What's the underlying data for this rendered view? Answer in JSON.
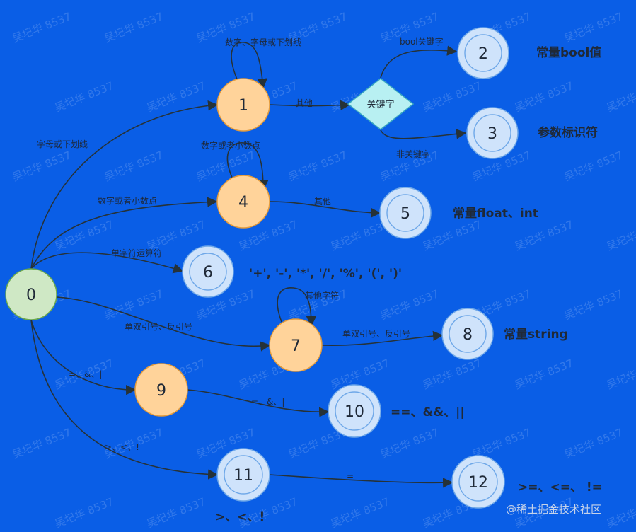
{
  "colors": {
    "background": "#0a5ee6",
    "start_node": "#cfe8c5",
    "start_stroke": "#6aa84f",
    "mid_node": "#ffd39a",
    "mid_stroke": "#e39b3c",
    "final_node": "#cfe3fb",
    "final_stroke": "#6fa8e8",
    "diamond": "#b8f0f2",
    "diamond_stroke": "#3aa8c0",
    "edge": "#263238"
  },
  "nodes": [
    {
      "id": "0",
      "label": "0",
      "kind": "start"
    },
    {
      "id": "1",
      "label": "1",
      "kind": "mid"
    },
    {
      "id": "kw",
      "label": "关键字",
      "kind": "decision"
    },
    {
      "id": "2",
      "label": "2",
      "kind": "final"
    },
    {
      "id": "3",
      "label": "3",
      "kind": "final"
    },
    {
      "id": "4",
      "label": "4",
      "kind": "mid"
    },
    {
      "id": "5",
      "label": "5",
      "kind": "final"
    },
    {
      "id": "6",
      "label": "6",
      "kind": "final"
    },
    {
      "id": "7",
      "label": "7",
      "kind": "mid"
    },
    {
      "id": "8",
      "label": "8",
      "kind": "final"
    },
    {
      "id": "9",
      "label": "9",
      "kind": "mid"
    },
    {
      "id": "10",
      "label": "10",
      "kind": "final"
    },
    {
      "id": "11",
      "label": "11",
      "kind": "final"
    },
    {
      "id": "12",
      "label": "12",
      "kind": "final"
    }
  ],
  "edges": [
    {
      "from": "0",
      "to": "1",
      "label": "字母或下划线"
    },
    {
      "from": "1",
      "to": "1",
      "label": "数字、字母或下划线"
    },
    {
      "from": "1",
      "to": "kw",
      "label": "其他"
    },
    {
      "from": "kw",
      "to": "2",
      "label": "bool关键字"
    },
    {
      "from": "kw",
      "to": "3",
      "label": "非关键字"
    },
    {
      "from": "0",
      "to": "4",
      "label": "数字或者小数点"
    },
    {
      "from": "4",
      "to": "4",
      "label": "数字或者小数点"
    },
    {
      "from": "4",
      "to": "5",
      "label": "其他"
    },
    {
      "from": "0",
      "to": "6",
      "label": "单字符运算符"
    },
    {
      "from": "0",
      "to": "7",
      "label": "单双引号、反引号"
    },
    {
      "from": "7",
      "to": "7",
      "label": "其他字符"
    },
    {
      "from": "7",
      "to": "8",
      "label": "单双引号、反引号"
    },
    {
      "from": "0",
      "to": "9",
      "label": "=、&、|"
    },
    {
      "from": "9",
      "to": "10",
      "label": "=、&、|"
    },
    {
      "from": "0",
      "to": "11",
      "label": ">、<、!"
    },
    {
      "from": "11",
      "to": "12",
      "label": "="
    }
  ],
  "notes": [
    {
      "id": "n2",
      "text": "常量bool值"
    },
    {
      "id": "n3",
      "text": "参数标识符"
    },
    {
      "id": "n5",
      "text": "常量float、int"
    },
    {
      "id": "n6",
      "text": "'+', '-', '*', '/', '%', '(', ')'"
    },
    {
      "id": "n8",
      "text": "常量string"
    },
    {
      "id": "n10",
      "text": "==、&&、||"
    },
    {
      "id": "n12",
      "text": ">=、<=、 !="
    },
    {
      "id": "n11",
      "text": ">、<、!"
    }
  ],
  "watermark": "吴圮华 8537",
  "credit": "@稀土掘金技术社区"
}
